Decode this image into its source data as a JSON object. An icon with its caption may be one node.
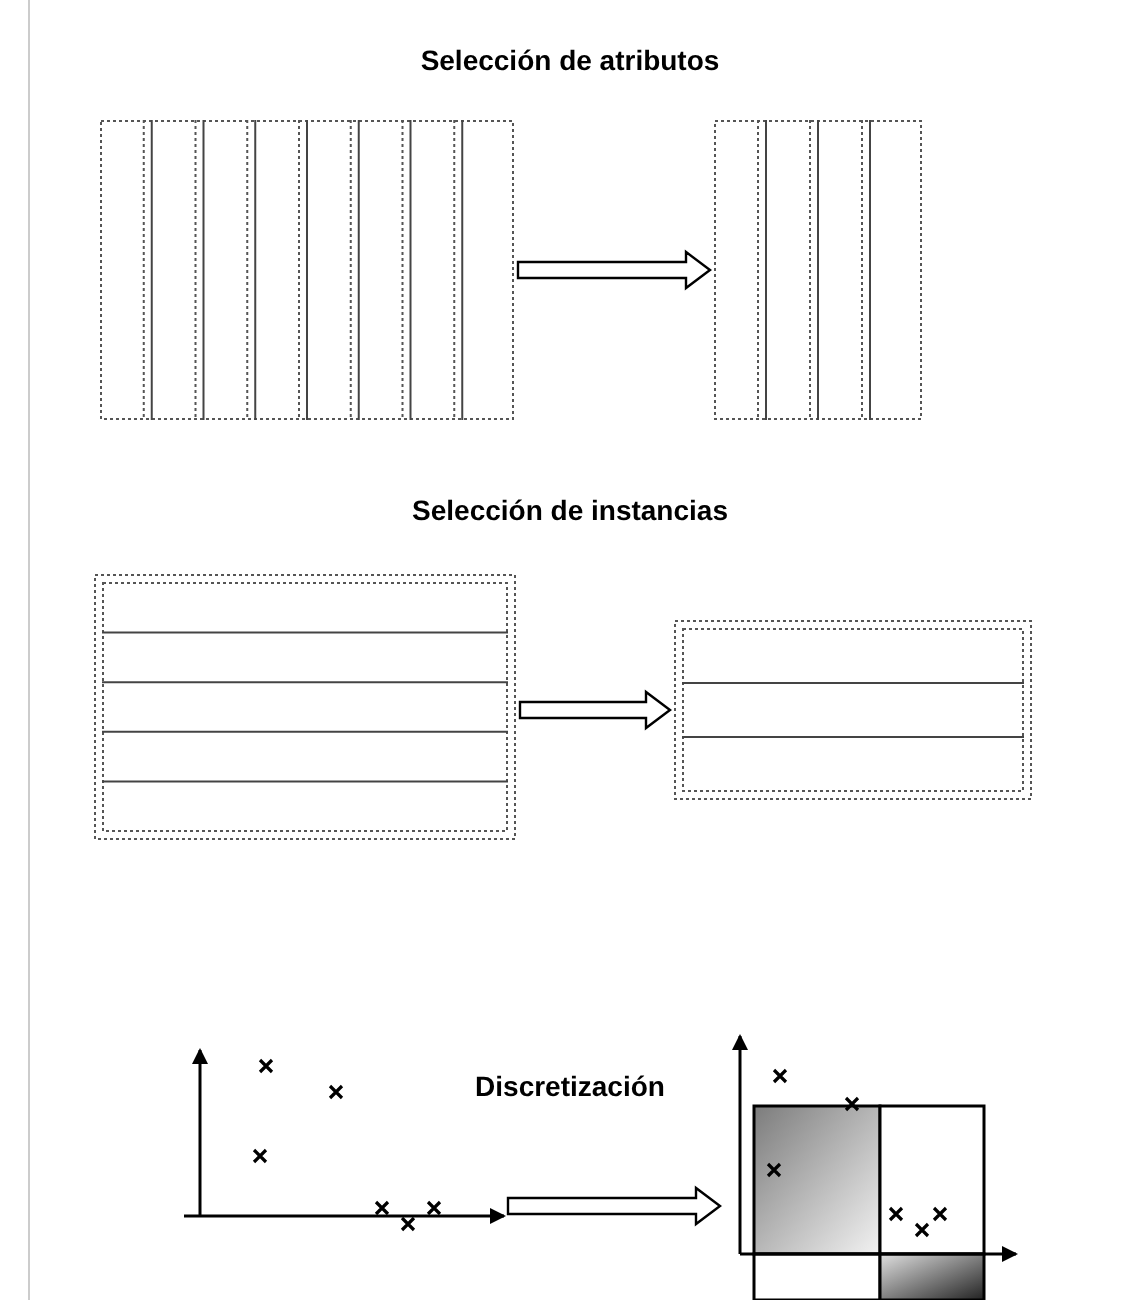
{
  "diagram": {
    "nodes": [
      {
        "text": [],
        "shape": "box"
      },
      {
        "text": [],
        "shape": "box"
      },
      {
        "text": [],
        "shape": "box"
      },
      {
        "text": [],
        "shape": "box"
      },
      {
        "text": [],
        "shape": "picture"
      },
      {
        "text": [],
        "shape": "picture"
      }
    ],
    "edges": [
      {
        "from": 0,
        "to": 1,
        "arrow": "to"
      },
      {
        "from": 2,
        "to": 3,
        "arrow": "to"
      },
      {
        "from": 4,
        "to": 5,
        "arrow": "to"
      }
    ],
    "labels": [
      "Selección de atributos",
      "Selección de instancias",
      "Discretización"
    ]
  }
}
